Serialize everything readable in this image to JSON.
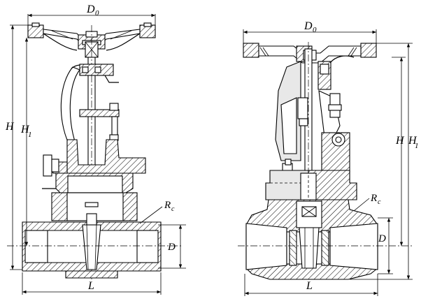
{
  "left_view": {
    "d0": "D",
    "d0_sub": "0",
    "h": "H",
    "h1": "H",
    "h1_sub": "1",
    "rc": "R",
    "rc_sub": "c",
    "d": "D",
    "l": "L"
  },
  "right_view": {
    "d0": "D",
    "d0_sub": "0",
    "h": "H",
    "h1": "H",
    "h1_sub": "1",
    "rc": "R",
    "rc_sub": "c",
    "d": "D",
    "l": "L"
  }
}
